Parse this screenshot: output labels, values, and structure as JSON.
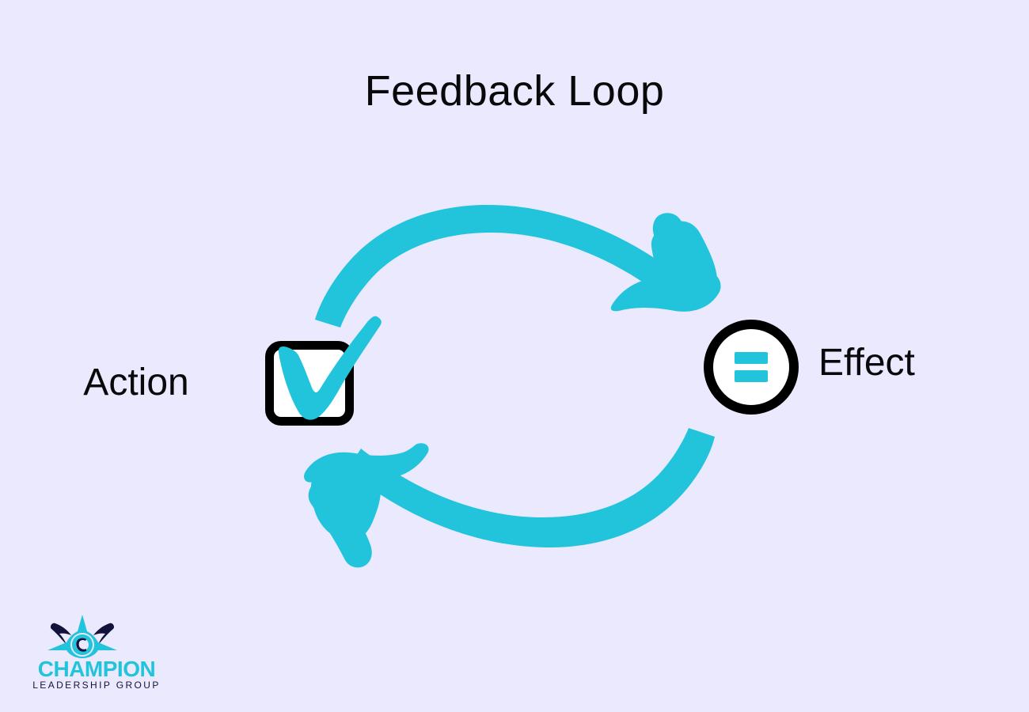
{
  "page": {
    "title": "Feedback Loop",
    "background_color": "#ebe9fd"
  },
  "colors": {
    "background": "#ebe9fd",
    "accent_cyan": "#22c4dc",
    "ink_black": "#09090b",
    "node_fill": "#ffffff",
    "logo_navy": "#13123a"
  },
  "diagram": {
    "type": "cycle",
    "nodes": [
      {
        "id": "action",
        "label": "Action",
        "icon": "checkbox-check-icon",
        "shape": "rounded-square",
        "fill": "#ffffff",
        "stroke": "#000000",
        "icon_color": "#22c4dc",
        "label_position": "left"
      },
      {
        "id": "effect",
        "label": "Effect",
        "icon": "equals-sign-icon",
        "shape": "circle",
        "fill": "#ffffff",
        "stroke": "#000000",
        "icon_color": "#22c4dc",
        "label_position": "right"
      }
    ],
    "arrows": [
      {
        "id": "action-to-effect",
        "from": "action",
        "to": "effect",
        "direction": "right",
        "position": "top",
        "style": "hand-drawn-brush",
        "color": "#22c4dc"
      },
      {
        "id": "effect-to-action",
        "from": "effect",
        "to": "action",
        "direction": "left",
        "position": "bottom",
        "style": "hand-drawn-brush",
        "color": "#22c4dc"
      }
    ]
  },
  "logo": {
    "wordmark": "CHAMPION",
    "tagline": "LEADERSHIP GROUP",
    "mark": "champion-star-c-emblem",
    "wordmark_color": "#22c4dc",
    "tagline_color": "#13123a"
  }
}
